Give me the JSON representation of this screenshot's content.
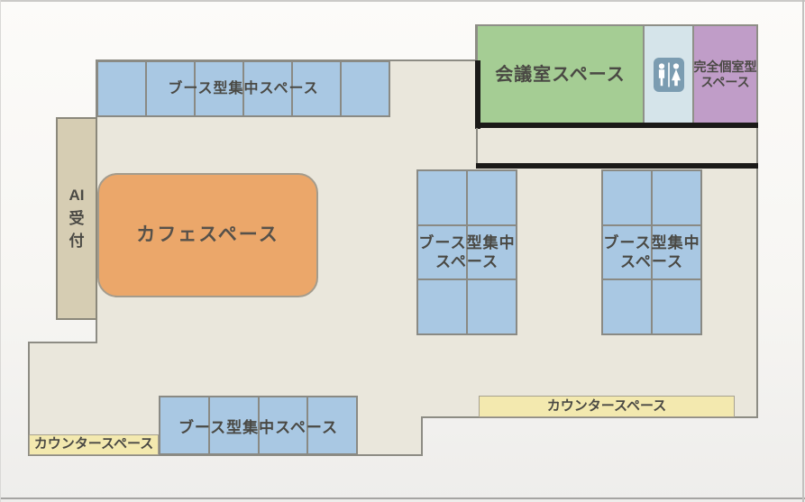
{
  "plan": {
    "colors": {
      "floor": "#eae7dc",
      "floor_outline": "#8d8c84",
      "booth_blue": "#a9c8e3",
      "meeting_green": "#a5cd94",
      "restroom_lightblue": "#d5e4ea",
      "restroom_icon_blue": "#7b9cb1",
      "private_purple": "#c09dc8",
      "cafe_orange": "#eba76a",
      "reception_tan": "#d6cdb3",
      "counter_yellow": "#f3e9af",
      "wall_black": "#1b1a18",
      "text": "#4a4944"
    },
    "areas": {
      "booth_top": {
        "label": "ブース型集中スペース",
        "cells": 6
      },
      "meeting_room": {
        "label": "会議室スペース"
      },
      "restroom": {
        "icon": "restroom-icon"
      },
      "private_room": {
        "line1": "完全個室型",
        "line2": "スペース"
      },
      "ai_reception": {
        "line1": "AI",
        "line2": "受",
        "line3": "付"
      },
      "cafe": {
        "label": "カフェスペース"
      },
      "booth_mid_left": {
        "line1": "ブース型集中",
        "line2": "スペース",
        "cells": 6
      },
      "booth_mid_right": {
        "line1": "ブース型集中",
        "line2": "スペース",
        "cells": 6
      },
      "booth_bottom": {
        "label": "ブース型集中スペース",
        "cells": 4
      },
      "counter_left": {
        "label": "カウンタースペース"
      },
      "counter_right": {
        "label": "カウンタースペース"
      }
    }
  }
}
